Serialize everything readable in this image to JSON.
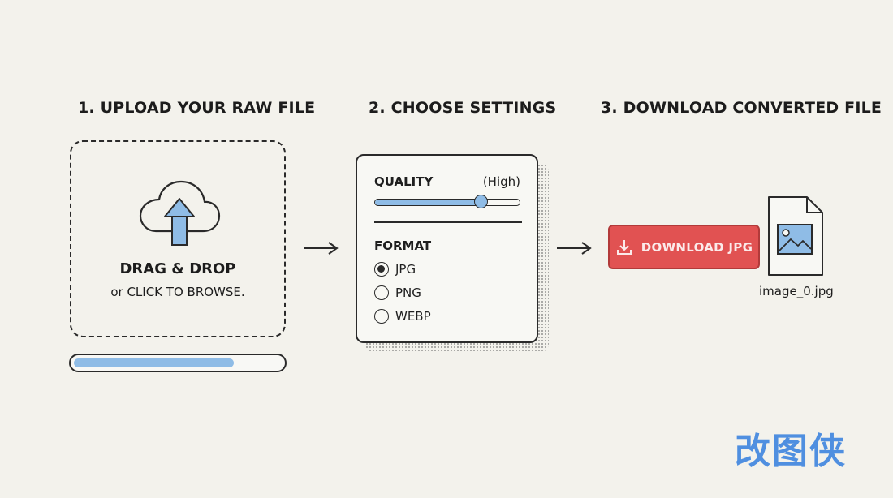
{
  "steps": [
    {
      "title": "1. UPLOAD YOUR RAW FILE"
    },
    {
      "title": "2. CHOOSE SETTINGS"
    },
    {
      "title": "3. DOWNLOAD CONVERTED FILE"
    }
  ],
  "upload": {
    "drag_label": "DRAG & DROP",
    "browse_label": "or CLICK TO BROWSE.",
    "icon": "cloud-upload-icon",
    "progress": 0.76
  },
  "settings": {
    "quality_label": "QUALITY",
    "quality_value": "(High)",
    "quality_level": 0.73,
    "format_label": "FORMAT",
    "formats": [
      {
        "label": "JPG",
        "selected": true
      },
      {
        "label": "PNG",
        "selected": false
      },
      {
        "label": "WEBP",
        "selected": false
      }
    ]
  },
  "download": {
    "button_label": "DOWNLOAD JPG",
    "icon": "download-icon",
    "file_icon": "image-file-icon",
    "file_name": "image_0.jpg"
  },
  "watermark": "改图侠",
  "colors": {
    "background": "#f3f2ec",
    "accent_blue": "#8fbce6",
    "button_red": "#e15252",
    "watermark_blue": "#4f8fe0"
  }
}
